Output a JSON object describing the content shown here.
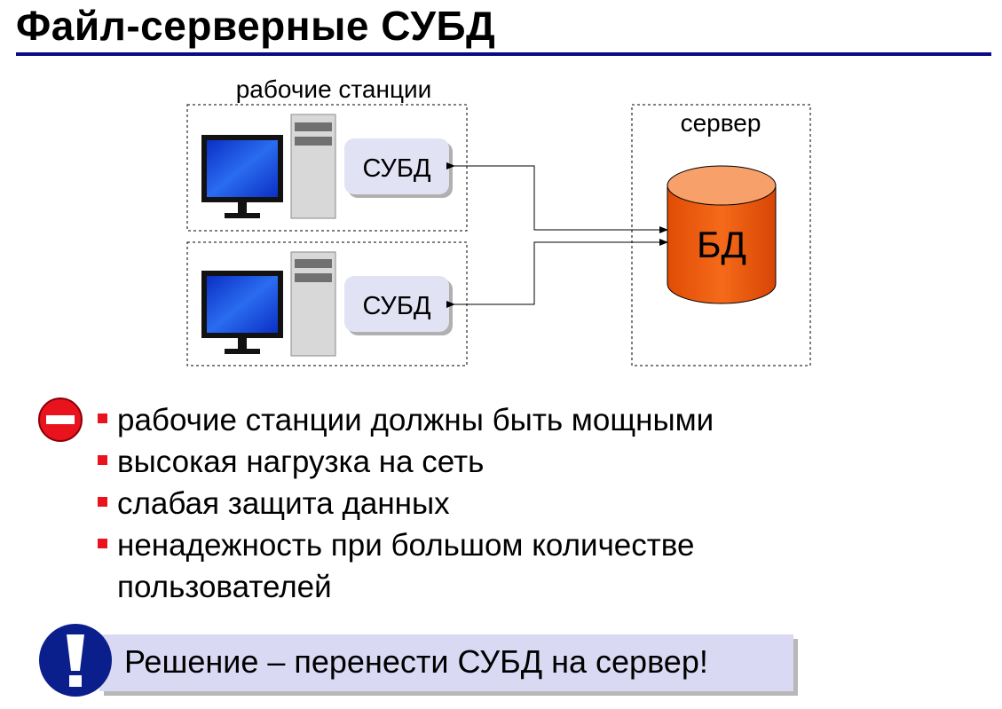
{
  "title": "Файл-серверные СУБД",
  "diagram": {
    "workstations_label": "рабочие станции",
    "server_label": "сервер",
    "dbms_label": "СУБД",
    "db_label": "БД",
    "colors": {
      "db_body": "#f05a0a",
      "db_top": "#f7a06a",
      "dbms_box": "#e2e2f5",
      "screen": "#1f59ea"
    }
  },
  "drawbacks_icon": "stop-icon",
  "bullets": [
    "рабочие станции должны быть мощными",
    "высокая нагрузка на сеть",
    "слабая защита данных",
    "ненадежность при большом количестве пользователей"
  ],
  "solution": {
    "icon": "exclamation-icon",
    "text": "Решение – перенести СУБД на сервер!"
  }
}
